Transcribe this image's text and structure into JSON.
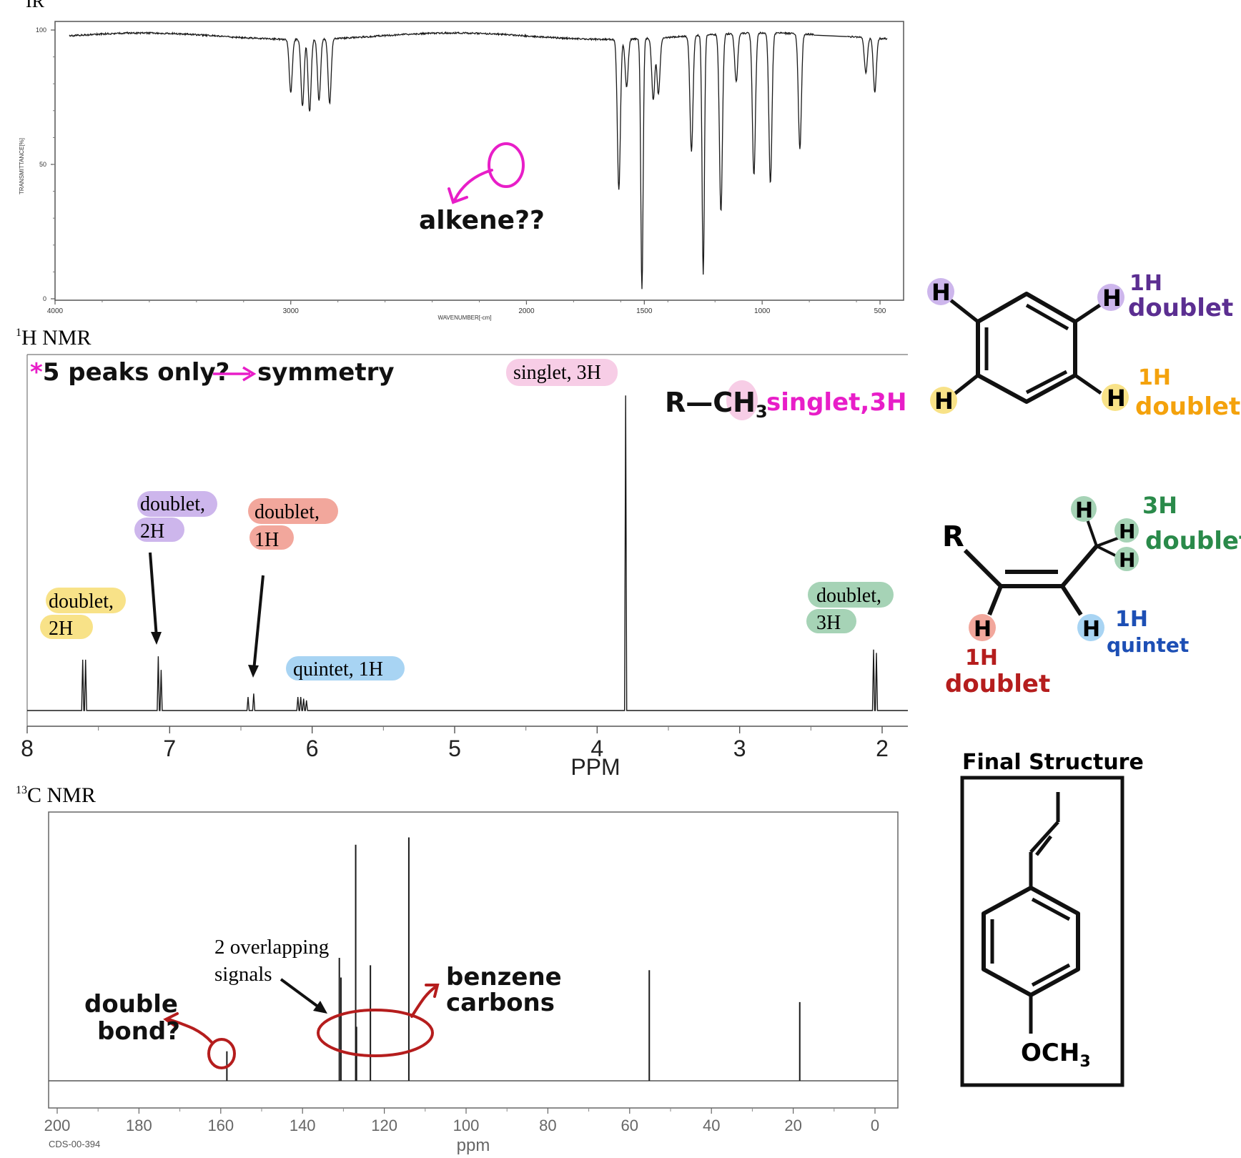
{
  "colors": {
    "pink": "#e81ec8",
    "purple": "#5b2e91",
    "orange": "#f4a20c",
    "green": "#2a8a4a",
    "blue": "#1d4fb5",
    "red": "#b51d1d",
    "hl_pink": "#f7cde6",
    "hl_purple": "#cdb6ec",
    "hl_red": "#f2a79c",
    "hl_yellow": "#f8e288",
    "hl_blue": "#a8d4f3",
    "hl_green": "#a6d3b6"
  },
  "ir": {
    "section_label": "IR",
    "ylabel": "TRANSMITTANCE[%]",
    "xlabel": "WAVENUMBER[-cm]",
    "annotation": "alkene??"
  },
  "hnmr": {
    "section_label_sup": "1",
    "section_label": "H NMR",
    "xlabel": "PPM",
    "note": "5 peaks only?",
    "note_star": "*",
    "note_result": "symmetry",
    "labels": [
      {
        "line1": "singlet, 3H",
        "line2": ""
      },
      {
        "line1": "doublet,",
        "line2": "2H"
      },
      {
        "line1": "doublet,",
        "line2": "1H"
      },
      {
        "line1": "doublet,",
        "line2": "2H"
      },
      {
        "line1": "quintet, 1H",
        "line2": ""
      },
      {
        "line1": "doublet,",
        "line2": "3H"
      }
    ],
    "rch3_left": "R—CH",
    "rch3_sub": "3",
    "rch3_right": "singlet,3H"
  },
  "cnmr": {
    "section_label_sup": "13",
    "section_label": "C NMR",
    "xlabel": "ppm",
    "code": "CDS-00-394",
    "overlap_line1": "2 overlapping",
    "overlap_line2": "signals",
    "double_line1": "double",
    "double_line2": "bond?",
    "benzene_line1": "benzene",
    "benzene_line2": "carbons"
  },
  "structures": {
    "h": "H",
    "r": "R",
    "benzene_labels": [
      {
        "count": "1H",
        "mult": "doublet"
      },
      {
        "count": "1H",
        "mult": "doublet"
      }
    ],
    "alkene_labels": [
      {
        "count": "3H",
        "mult": "doublet"
      },
      {
        "count": "1H",
        "mult": "quintet"
      },
      {
        "count": "1H",
        "mult": "doublet"
      }
    ],
    "final_title": "Final Structure",
    "och3": "OCH",
    "och3_sub": "3"
  },
  "chart_data": [
    {
      "type": "line",
      "title": "IR",
      "xlabel": "WAVENUMBER[-cm]",
      "ylabel": "TRANSMITTANCE[%]",
      "xlim": [
        4000,
        400
      ],
      "ylim": [
        0,
        100
      ],
      "x_ticks": [
        4000,
        3000,
        2000,
        1500,
        1000,
        500
      ],
      "y_ticks": [
        0,
        50,
        100
      ],
      "grid": false,
      "dips": [
        {
          "x": 3000,
          "y": 78
        },
        {
          "x": 2950,
          "y": 73
        },
        {
          "x": 2920,
          "y": 71
        },
        {
          "x": 2880,
          "y": 75
        },
        {
          "x": 2835,
          "y": 74
        },
        {
          "x": 1608,
          "y": 42
        },
        {
          "x": 1575,
          "y": 80
        },
        {
          "x": 1510,
          "y": 5
        },
        {
          "x": 1462,
          "y": 75
        },
        {
          "x": 1440,
          "y": 77
        },
        {
          "x": 1300,
          "y": 55
        },
        {
          "x": 1250,
          "y": 9
        },
        {
          "x": 1175,
          "y": 32
        },
        {
          "x": 1110,
          "y": 80
        },
        {
          "x": 1035,
          "y": 45
        },
        {
          "x": 965,
          "y": 42
        },
        {
          "x": 840,
          "y": 55
        },
        {
          "x": 560,
          "y": 85
        },
        {
          "x": 522,
          "y": 78
        }
      ]
    },
    {
      "type": "line",
      "title": "H NMR",
      "xlabel": "PPM",
      "xlim": [
        8,
        2
      ],
      "x_ticks": [
        8,
        7,
        6,
        5,
        4,
        3,
        2
      ],
      "peaks": [
        {
          "ppm": 7.61,
          "height": 0.15
        },
        {
          "ppm": 7.59,
          "height": 0.15
        },
        {
          "ppm": 7.08,
          "height": 0.16
        },
        {
          "ppm": 7.06,
          "height": 0.12
        },
        {
          "ppm": 6.45,
          "height": 0.04
        },
        {
          "ppm": 6.41,
          "height": 0.05
        },
        {
          "ppm": 6.1,
          "height": 0.04
        },
        {
          "ppm": 6.08,
          "height": 0.04
        },
        {
          "ppm": 6.06,
          "height": 0.035
        },
        {
          "ppm": 6.04,
          "height": 0.03
        },
        {
          "ppm": 3.8,
          "height": 0.93
        },
        {
          "ppm": 2.06,
          "height": 0.18
        },
        {
          "ppm": 2.04,
          "height": 0.17
        }
      ]
    },
    {
      "type": "bar",
      "title": "C NMR",
      "xlabel": "ppm",
      "xlim": [
        200,
        0
      ],
      "x_ticks": [
        200,
        180,
        160,
        140,
        120,
        100,
        80,
        60,
        40,
        20,
        0
      ],
      "peaks": [
        {
          "ppm": 158.5,
          "height": 0.12
        },
        {
          "ppm": 131.0,
          "height": 0.5
        },
        {
          "ppm": 130.6,
          "height": 0.42
        },
        {
          "ppm": 127.0,
          "height": 0.96
        },
        {
          "ppm": 126.8,
          "height": 0.22
        },
        {
          "ppm": 123.4,
          "height": 0.47
        },
        {
          "ppm": 114.0,
          "height": 0.99
        },
        {
          "ppm": 55.2,
          "height": 0.45
        },
        {
          "ppm": 18.4,
          "height": 0.32
        }
      ]
    }
  ]
}
